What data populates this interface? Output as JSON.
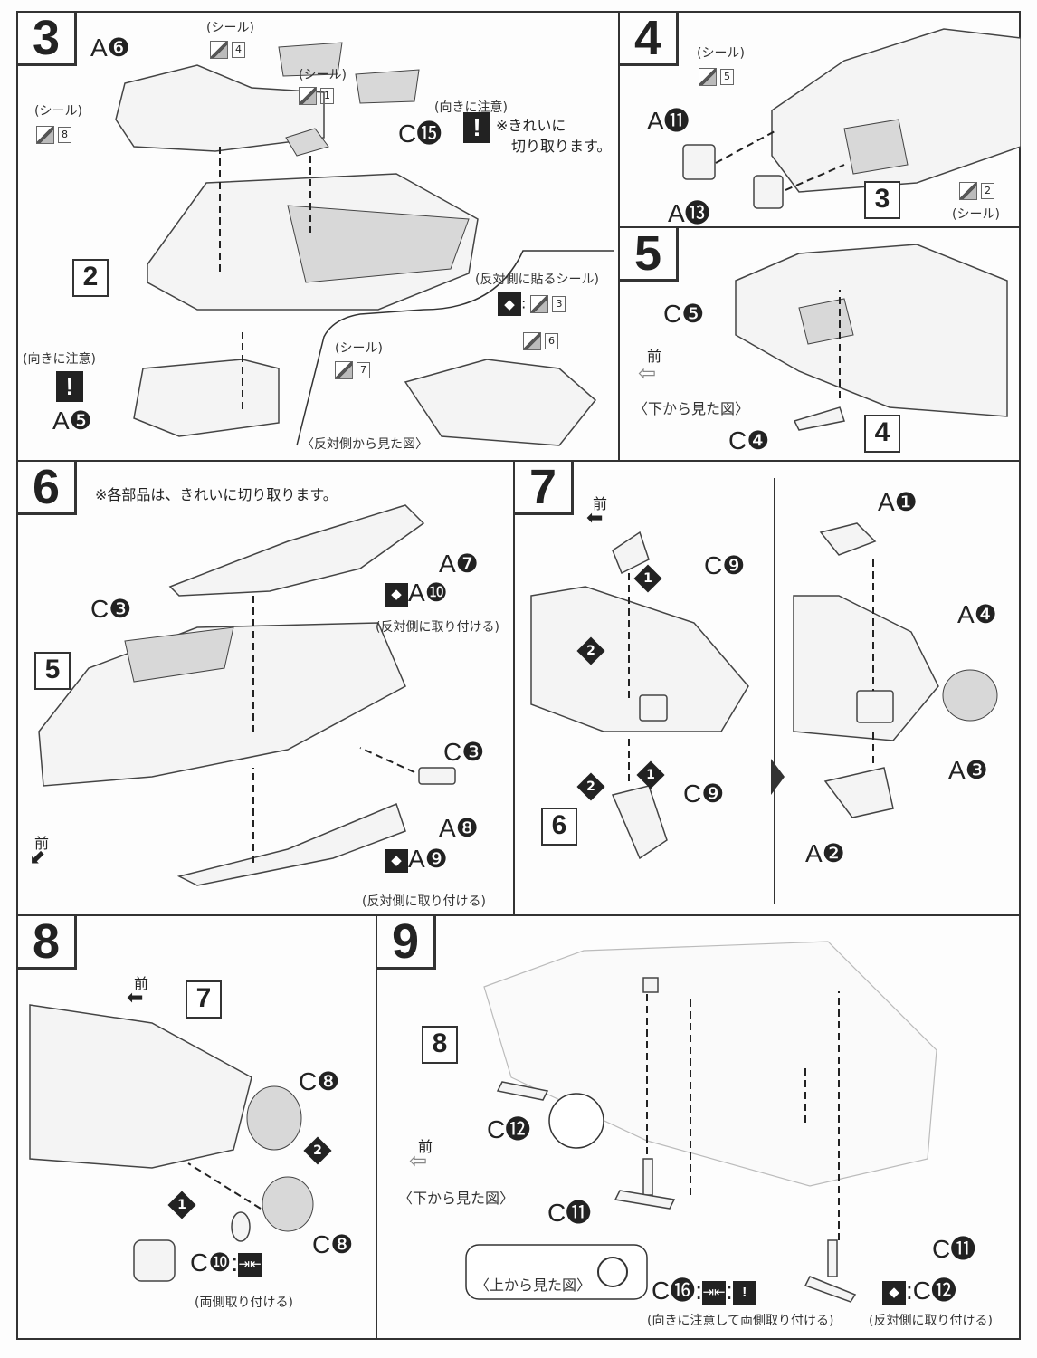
{
  "common": {
    "seal": "(シール)",
    "mae": "前",
    "flip_colon": ":",
    "warn": "!"
  },
  "step3": {
    "number": "3",
    "a6": "A❻",
    "seal4": "4",
    "seal1": "1",
    "seal8": "8",
    "c15": "C⓯",
    "orient_note": "(向きに注意)",
    "cut_note1": "※きれいに",
    "cut_note2": "切り取ります。",
    "ref_box": "2",
    "opposite_seal": "(反対側に貼るシール)",
    "seal3": "3",
    "seal6": "6",
    "seal7": "7",
    "orient_note2": "(向きに注意)",
    "a5": "A❺",
    "opposite_view": "〈反対側から見た図〉"
  },
  "step4": {
    "number": "4",
    "seal5": "5",
    "a11": "A⓫",
    "a13": "A⓭",
    "ref_box": "3",
    "seal2": "2"
  },
  "step5": {
    "number": "5",
    "c5": "C❺",
    "bottom_view": "〈下から見た図〉",
    "c4": "C❹",
    "ref_box": "4"
  },
  "step6": {
    "number": "6",
    "cut_note": "※各部品は、きれいに切り取ります。",
    "a7": "A❼",
    "a10": "A❿",
    "attach_opposite": "(反対側に取り付ける)",
    "c3a": "C❸",
    "ref_box": "5",
    "c3b": "C❸",
    "a8": "A❽",
    "a9": "A❾",
    "attach_opposite2": "(反対側に取り付ける)"
  },
  "step7": {
    "number": "7",
    "c9a": "C❾",
    "c9b": "C❾",
    "seq1": "1",
    "seq2": "2",
    "ref_box": "6",
    "a1": "A❶",
    "a4": "A❹",
    "a3": "A❸",
    "a2": "A❷"
  },
  "step8": {
    "number": "8",
    "ref_box": "7",
    "c8a": "C❽",
    "c8b": "C❽",
    "seq1": "1",
    "seq2": "2",
    "c10": "C❿:",
    "both_sides": "(両側取り付ける)"
  },
  "step9": {
    "number": "9",
    "ref_box": "8",
    "c12a": "C⓬",
    "bottom_view": "〈下から見た図〉",
    "c11a": "C⓫",
    "top_view": "〈上から見た図〉",
    "c16": "C⓰:",
    "orient_both": "(向きに注意して両側取り付ける)",
    "c11b": "C⓫",
    "c12b": ":C⓬",
    "attach_opposite": "(反対側に取り付ける)"
  }
}
